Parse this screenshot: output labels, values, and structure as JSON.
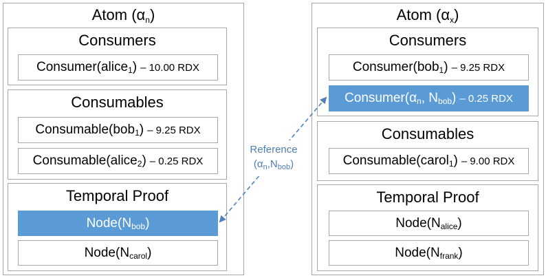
{
  "atom_n": {
    "title": "Atom (",
    "greek": "α",
    "sub": "n",
    "close": ")",
    "consumers": {
      "title": "Consumers",
      "items": [
        {
          "pre": "Consumer(alice",
          "sub": "1",
          "post": ")",
          "amount": "– 10.00 RDX"
        }
      ]
    },
    "consumables": {
      "title": "Consumables",
      "items": [
        {
          "pre": "Consumable(bob",
          "sub": "1",
          "post": ")",
          "amount": "– 9.25 RDX"
        },
        {
          "pre": "Consumable(alice",
          "sub": "2",
          "post": ")",
          "amount": "– 0.25 RDX"
        }
      ]
    },
    "temporal_proof": {
      "title": "Temporal Proof",
      "nodes": [
        {
          "pre": "Node(N",
          "sub": "bob",
          "post": ")"
        },
        {
          "pre": "Node(N",
          "sub": "carol",
          "post": ")"
        }
      ]
    }
  },
  "atom_x": {
    "title": "Atom (",
    "greek": "α",
    "sub": "x",
    "close": ")",
    "consumers": {
      "title": "Consumers",
      "items": [
        {
          "pre": "Consumer(bob",
          "sub": "1",
          "post": ")",
          "amount": "– 9.25 RDX"
        },
        {
          "pre": "Consumer(",
          "greek": "α",
          "sub": "n",
          "mid": ", N",
          "sub2": "bob",
          "post": ")",
          "amount": "– 0.25 RDX"
        }
      ]
    },
    "consumables": {
      "title": "Consumables",
      "items": [
        {
          "pre": "Consumable(carol",
          "sub": "1",
          "post": ")",
          "amount": "– 9.00 RDX"
        }
      ]
    },
    "temporal_proof": {
      "title": "Temporal Proof",
      "nodes": [
        {
          "pre": "Node(N",
          "sub": "alice",
          "post": ")"
        },
        {
          "pre": "Node(N",
          "sub": "frank",
          "post": ")"
        }
      ]
    }
  },
  "reference": {
    "label": "Reference",
    "open": "(",
    "greek": "α",
    "sub": "n",
    "mid": ",N",
    "sub2": "bob",
    "close": ")"
  },
  "colors": {
    "highlight": "#5b9bd5",
    "border": "#a6a6a6",
    "arrow": "#4f81bd"
  }
}
